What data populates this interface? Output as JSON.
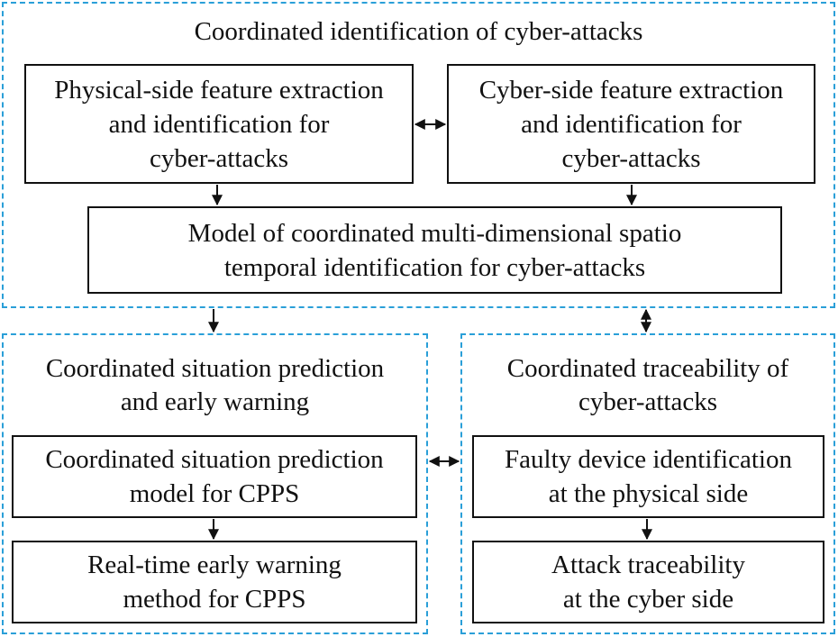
{
  "colors": {
    "group_border": "#2a9fd8",
    "box_border": "#111111",
    "arrow": "#111111",
    "text": "#111111"
  },
  "groups": {
    "identification": {
      "title": "Coordinated identification of cyber-attacks",
      "physical_box": "Physical-side feature extraction\nand identification for\ncyber-attacks",
      "cyber_box": "Cyber-side feature extraction\nand identification for\ncyber-attacks",
      "model_box": "Model of coordinated multi-dimensional spatio\ntemporal identification for cyber-attacks"
    },
    "prediction": {
      "title": "Coordinated situation prediction\nand early warning",
      "model_box": "Coordinated situation prediction\nmodel for CPPS",
      "warning_box": "Real-time early warning\nmethod for CPPS"
    },
    "traceability": {
      "title": "Coordinated traceability of\ncyber-attacks",
      "faulty_box": "Faulty device identification\nat the physical side",
      "attack_box": "Attack traceability\nat the cyber side"
    }
  }
}
